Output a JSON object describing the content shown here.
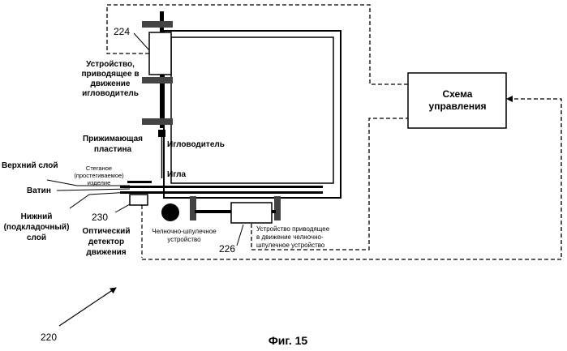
{
  "labels": {
    "ref_224": "224",
    "needle_drive_l1": "Устройство,",
    "needle_drive_l2": "приводящее в",
    "needle_drive_l3": "движение",
    "needle_drive_l4": "игловодитель",
    "needle_bar": "Игловодитель",
    "presser_l1": "Прижимающая",
    "presser_l2": "пластина",
    "needle": "Игла",
    "top_layer": "Верхний слой",
    "quilted_l1": "Стеганое",
    "quilted_l2": "(простегиваемое)",
    "quilted_l3": "изделие",
    "batting": "Ватин",
    "bottom_l1": "Нижний",
    "bottom_l2": "(подкладочный)",
    "bottom_l3": "слой",
    "ref_230": "230",
    "optical_l1": "Оптический",
    "optical_l2": "детектор",
    "optical_l3": "движения",
    "shuttle_l1": "Челночно-шпулечное",
    "shuttle_l2": "устройство",
    "ref_226": "226",
    "shuttle_drive_l1": "Устройство приводящее",
    "shuttle_drive_l2": "в движение челночно-",
    "shuttle_drive_l3": "шпулечное устройство",
    "control_l1": "Схема",
    "control_l2": "управления",
    "ref_220": "220",
    "figure": "Фиг. 15"
  }
}
